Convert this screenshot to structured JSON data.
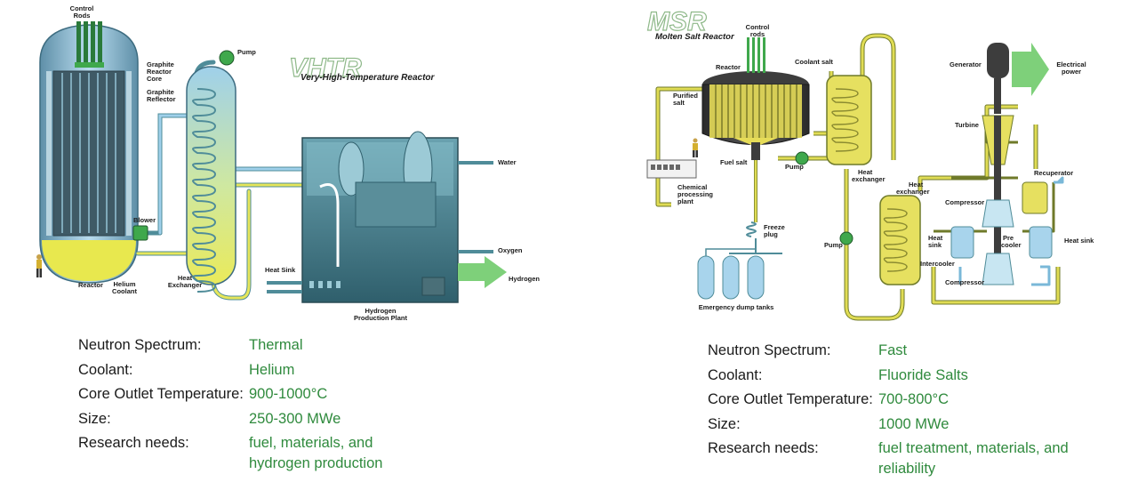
{
  "vhtr": {
    "title": "VHTR",
    "subtitle": "Very-High-Temperature Reactor",
    "labels": {
      "control_rods": [
        "Control",
        "Rods"
      ],
      "graphite_core": [
        "Graphite",
        "Reactor",
        "Core"
      ],
      "graphite_reflector": [
        "Graphite",
        "Reflector"
      ],
      "pump": "Pump",
      "blower": "Blower",
      "reactor": "Reactor",
      "helium_coolant": [
        "Helium",
        "Coolant"
      ],
      "heat_exchanger": [
        "Heat",
        "Exchanger"
      ],
      "water": "Water",
      "oxygen": "Oxygen",
      "heat_sink": "Heat Sink",
      "hydrogen": "Hydrogen",
      "plant": [
        "Hydrogen",
        "Production Plant"
      ]
    },
    "specs": [
      {
        "key": "Neutron Spectrum:",
        "value": [
          "Thermal"
        ]
      },
      {
        "key": "Coolant:",
        "value": [
          "Helium"
        ]
      },
      {
        "key": "Core Outlet Temperature:",
        "value": [
          "900-1000°C"
        ]
      },
      {
        "key": "Size:",
        "value": [
          "250-300 MWe"
        ]
      },
      {
        "key": "Research needs:",
        "value": [
          "fuel, materials, and",
          "hydrogen production"
        ]
      }
    ]
  },
  "msr": {
    "title": "MSR",
    "subtitle": "Molten Salt Reactor",
    "labels": {
      "control_rods": [
        "Control",
        "rods"
      ],
      "reactor": "Reactor",
      "coolant_salt": "Coolant salt",
      "generator": "Generator",
      "electrical_power": [
        "Electrical",
        "power"
      ],
      "purified_salt": [
        "Purified",
        "salt"
      ],
      "turbine": "Turbine",
      "fuel_salt": "Fuel salt",
      "pump_top": "Pump",
      "heat_exchanger_1": [
        "Heat",
        "exchanger"
      ],
      "recuperator": "Recuperator",
      "heat_exchanger_2": [
        "Heat",
        "exchanger"
      ],
      "chemical_plant": [
        "Chemical",
        "processing",
        "plant"
      ],
      "compressor_1": "Compressor",
      "freeze_plug": [
        "Freeze",
        "plug"
      ],
      "pump_mid": "Pump",
      "heat_sink_left": [
        "Heat",
        "sink"
      ],
      "pre_cooler": [
        "Pre",
        "cooler"
      ],
      "heat_sink_right": "Heat sink",
      "intercooler": "Intercooler",
      "compressor_2": "Compressor",
      "dump_tanks": "Emergency dump tanks"
    },
    "specs": [
      {
        "key": "Neutron Spectrum:",
        "value": [
          "Fast"
        ]
      },
      {
        "key": "Coolant:",
        "value": [
          "Fluoride Salts"
        ]
      },
      {
        "key": "Core Outlet Temperature:",
        "value": [
          "700-800°C"
        ]
      },
      {
        "key": "Size:",
        "value": [
          "1000 MWe"
        ]
      },
      {
        "key": "Research needs:",
        "value": [
          "fuel treatment, materials, and",
          "reliability"
        ]
      }
    ]
  },
  "colors": {
    "accent_green": "#2f8a3d",
    "coolant_yellow": "#e6e65a",
    "vessel_blue": "#7ab8d8",
    "plant_teal": "#4f8c99",
    "msr_pipe": "#e0dc54",
    "msr_vessel": "#3d3d3d"
  }
}
